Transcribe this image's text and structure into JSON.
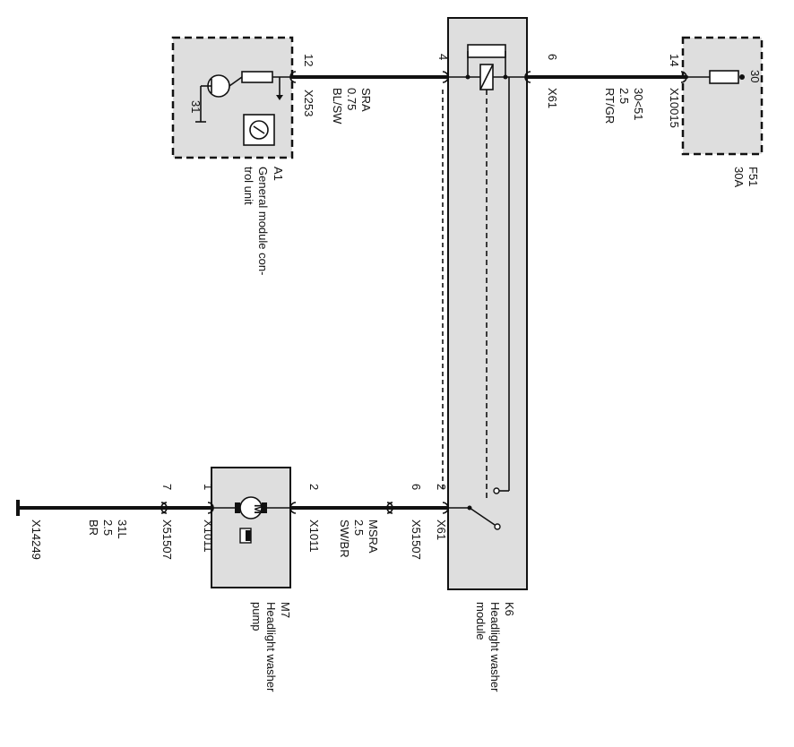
{
  "components": {
    "a1": {
      "id": "A1",
      "name_line1": "General module con-",
      "name_line2": "trol unit",
      "pin": "12",
      "ground_label": "31",
      "connector": "X253"
    },
    "f51": {
      "id": "F51",
      "rating": "30A",
      "pin": "14",
      "terminal": "30",
      "connector": "X10015"
    },
    "k6": {
      "id": "K6",
      "name_line1": "Headlight washer",
      "name_line2": "module",
      "pin_top_left": "4",
      "pin_top_right": "6",
      "pin_bottom": "2",
      "connector": "X61"
    },
    "m7": {
      "id": "M7",
      "name_line1": "Headlight washer",
      "name_line2": "pump",
      "pin_left": "1",
      "pin_right": "2",
      "motor_symbol": "M",
      "connector": "X1011"
    }
  },
  "wires": {
    "sra": {
      "signal": "SRA",
      "size": "0.75",
      "color": "BL/SW"
    },
    "supply": {
      "signal": "30<51",
      "size": "2.5",
      "color": "RT/GR"
    },
    "msra": {
      "signal": "MSRA",
      "size": "2.5",
      "color": "SW/BR"
    },
    "ground": {
      "signal": "31L",
      "size": "2.5",
      "color": "BR"
    }
  },
  "connectors": {
    "x51507_a": {
      "pin": "6",
      "name": "X51507"
    },
    "x51507_b": {
      "pin": "7",
      "name": "X51507"
    },
    "ground_point": "X14249"
  }
}
